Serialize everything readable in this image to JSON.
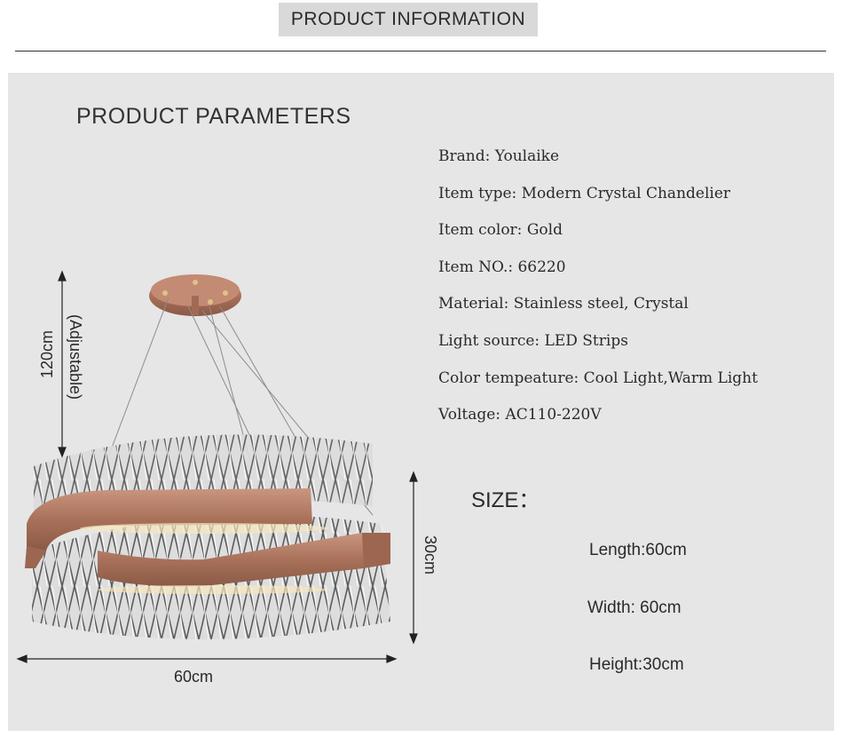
{
  "header": {
    "title": "PRODUCT INFORMATION"
  },
  "params": {
    "title": "PRODUCT PARAMETERS",
    "items": [
      "Brand: Youlaike",
      "Item type: Modern Crystal Chandelier",
      "Item color: Gold",
      "Item NO.: 66220",
      "Material: Stainless steel, Crystal",
      "Light source: LED Strips",
      "Color tempeature:  Cool Light,Warm Light",
      "Voltage: AC110-220V"
    ]
  },
  "size": {
    "title": "SIZE：",
    "length": "Length:60cm",
    "width": "Width: 60cm",
    "height": "Height:30cm"
  },
  "dimensions": {
    "hanging_height": "120cm",
    "hanging_note": "(Adjustable)",
    "product_height": "30cm",
    "product_width": "60cm"
  },
  "colors": {
    "metal": "#b07a62",
    "panel": "#e6e6e6",
    "header": "#d9d9d9"
  }
}
